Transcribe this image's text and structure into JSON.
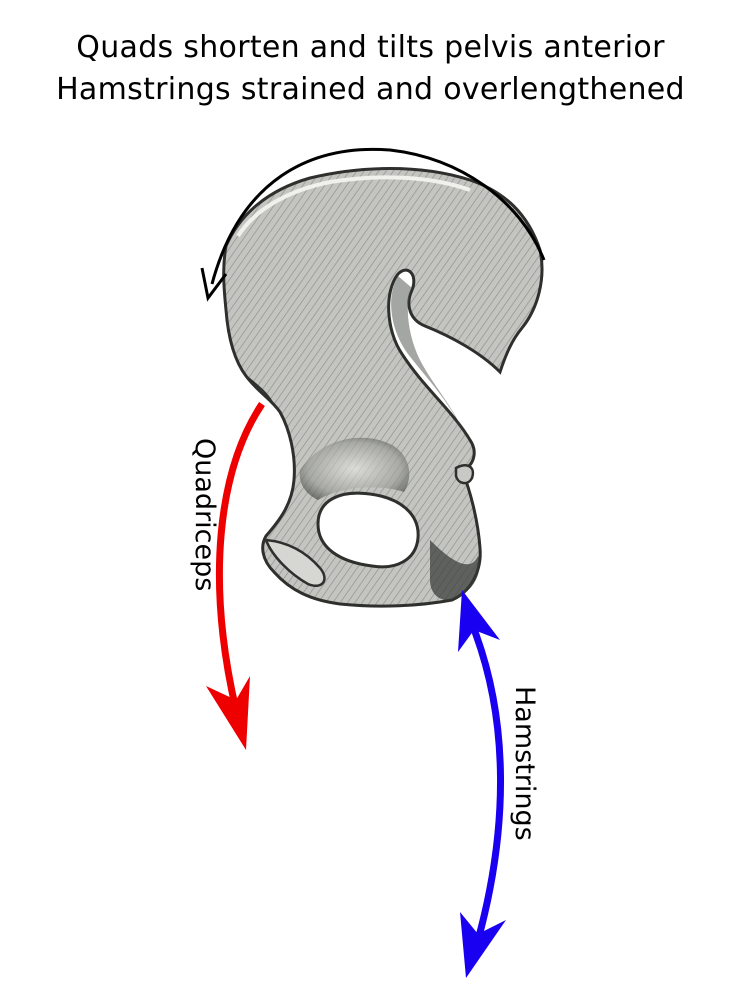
{
  "title": {
    "line1": "Quads shorten and tilts pelvis anterior",
    "line2": "Hamstrings strained and overlengthened"
  },
  "labels": {
    "quadriceps": "Quadriceps",
    "hamstrings": "Hamstrings"
  },
  "colors": {
    "quadriceps_arrow": "#ee0000",
    "hamstrings_arrow": "#1a00f0",
    "rotation_arrow": "#000000",
    "bone_fill": "#b9b9b5",
    "bone_shadow": "#3a3d3a"
  },
  "icons": {
    "bone": "pelvis-hip-bone-illustration",
    "rotation": "curved-rotation-arrow-icon"
  }
}
